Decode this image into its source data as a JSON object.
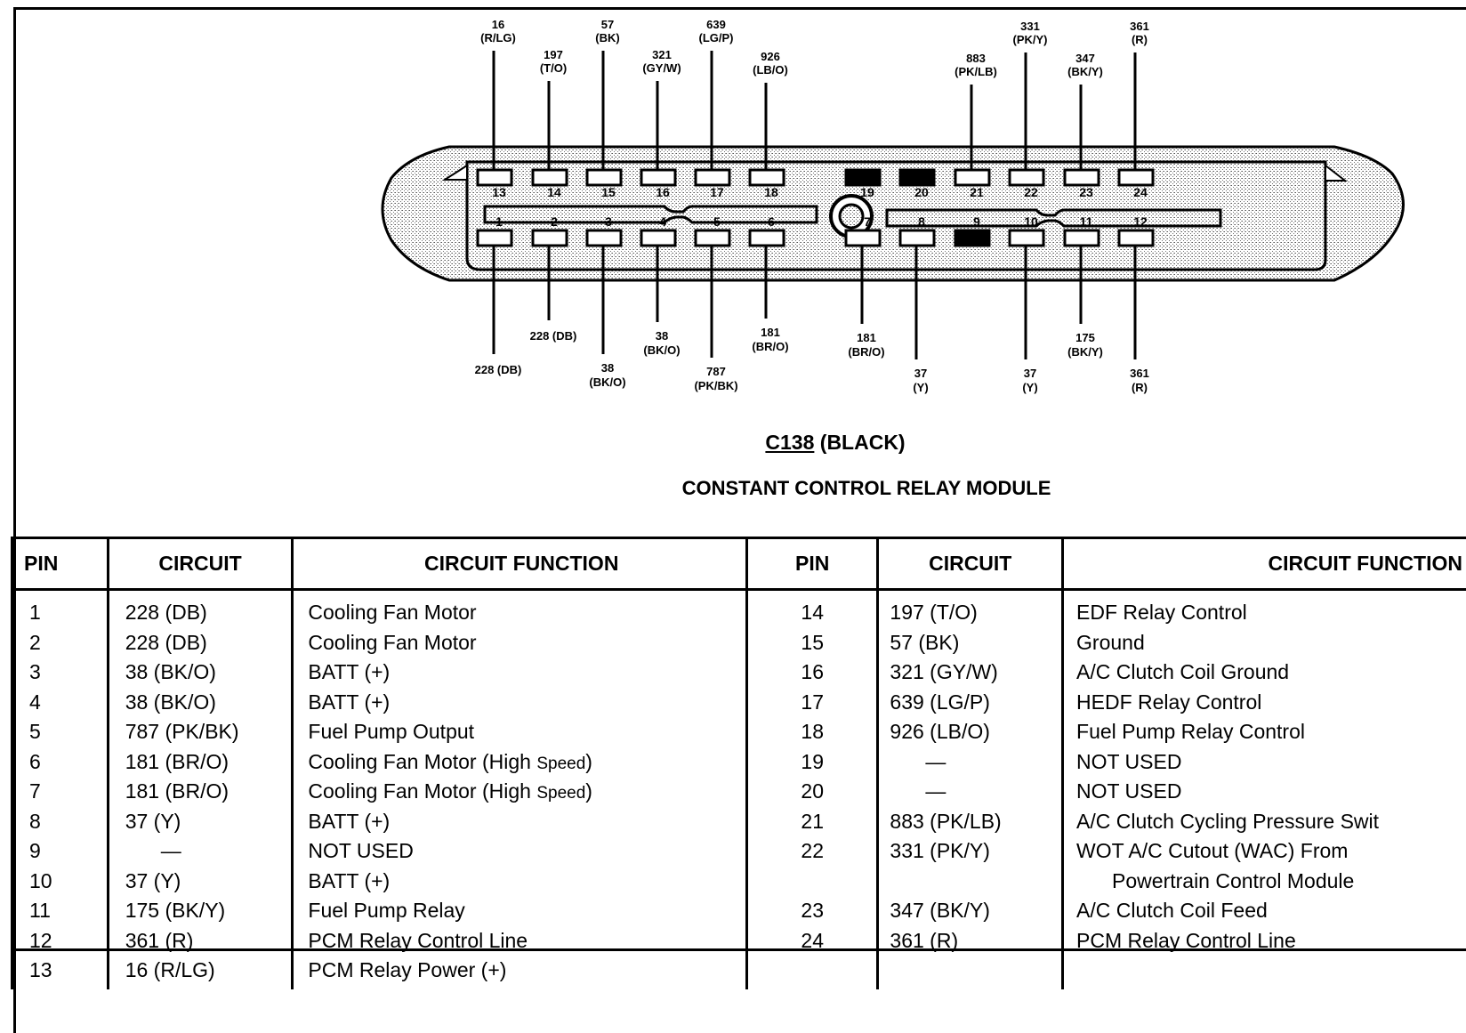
{
  "connector": {
    "id": "C138",
    "color_label": "(BLACK)",
    "module_name": "CONSTANT CONTROL RELAY MODULE",
    "not_used_pins": [
      "9",
      "19",
      "20"
    ],
    "top_row_pins": [
      "13",
      "14",
      "15",
      "16",
      "17",
      "18",
      "19",
      "20",
      "21",
      "22",
      "23",
      "24"
    ],
    "bottom_row_pins": [
      "1",
      "2",
      "3",
      "4",
      "5",
      "6",
      "7",
      "8",
      "9",
      "10",
      "11",
      "12"
    ],
    "wire_labels_top": [
      {
        "pin": "13",
        "circuit": "16",
        "color": "(R/LG)"
      },
      {
        "pin": "14",
        "circuit": "197",
        "color": "(T/O)"
      },
      {
        "pin": "15",
        "circuit": "57",
        "color": "(BK)"
      },
      {
        "pin": "16",
        "circuit": "321",
        "color": "(GY/W)"
      },
      {
        "pin": "17",
        "circuit": "639",
        "color": "(LG/P)"
      },
      {
        "pin": "18",
        "circuit": "926",
        "color": "(LB/O)"
      },
      {
        "pin": "21",
        "circuit": "883",
        "color": "(PK/LB)"
      },
      {
        "pin": "22",
        "circuit": "331",
        "color": "(PK/Y)"
      },
      {
        "pin": "23",
        "circuit": "347",
        "color": "(BK/Y)"
      },
      {
        "pin": "24",
        "circuit": "361",
        "color": "(R)"
      }
    ],
    "wire_labels_bottom": [
      {
        "pin": "1",
        "circuit": "228",
        "color": "(DB)"
      },
      {
        "pin": "2",
        "circuit": "228",
        "color": "(DB)"
      },
      {
        "pin": "3",
        "circuit": "38",
        "color": "(BK/O)"
      },
      {
        "pin": "4",
        "circuit": "38",
        "color": "(BK/O)"
      },
      {
        "pin": "5",
        "circuit": "787",
        "color": "(PK/BK)"
      },
      {
        "pin": "6",
        "circuit": "181",
        "color": "(BR/O)"
      },
      {
        "pin": "7",
        "circuit": "181",
        "color": "(BR/O)"
      },
      {
        "pin": "8",
        "circuit": "37",
        "color": "(Y)"
      },
      {
        "pin": "10",
        "circuit": "37",
        "color": "(Y)"
      },
      {
        "pin": "11",
        "circuit": "175",
        "color": "(BK/Y)"
      },
      {
        "pin": "12",
        "circuit": "361",
        "color": "(R)"
      }
    ]
  },
  "table": {
    "headers": {
      "pin": "PIN",
      "circuit": "CIRCUIT",
      "function": "CIRCUIT FUNCTION"
    },
    "left_rows": [
      {
        "pin": "1",
        "circuit": "228 (DB)",
        "function": "Cooling Fan Motor"
      },
      {
        "pin": "2",
        "circuit": "228 (DB)",
        "function": "Cooling Fan Motor"
      },
      {
        "pin": "3",
        "circuit": "38 (BK/O)",
        "function": "BATT (+)"
      },
      {
        "pin": "4",
        "circuit": "38 (BK/O)",
        "function": "BATT (+)"
      },
      {
        "pin": "5",
        "circuit": "787 (PK/BK)",
        "function": "Fuel Pump Output"
      },
      {
        "pin": "6",
        "circuit": "181 (BR/O)",
        "function": "Cooling Fan Motor (High Speed)"
      },
      {
        "pin": "7",
        "circuit": "181 (BR/O)",
        "function": "Cooling Fan Motor (High Speed)"
      },
      {
        "pin": "8",
        "circuit": "37 (Y)",
        "function": "BATT (+)"
      },
      {
        "pin": "9",
        "circuit": "—",
        "function": "NOT USED"
      },
      {
        "pin": "10",
        "circuit": "37 (Y)",
        "function": "BATT (+)"
      },
      {
        "pin": "11",
        "circuit": "175 (BK/Y)",
        "function": "Fuel Pump Relay"
      },
      {
        "pin": "12",
        "circuit": "361 (R)",
        "function": "PCM Relay Control Line"
      },
      {
        "pin": "13",
        "circuit": "16 (R/LG)",
        "function": "PCM Relay Power (+)"
      }
    ],
    "right_rows": [
      {
        "pin": "14",
        "circuit": "197 (T/O)",
        "function": "EDF Relay Control"
      },
      {
        "pin": "15",
        "circuit": "57 (BK)",
        "function": "Ground"
      },
      {
        "pin": "16",
        "circuit": "321 (GY/W)",
        "function": "A/C Clutch Coil Ground"
      },
      {
        "pin": "17",
        "circuit": "639 (LG/P)",
        "function": "HEDF Relay Control"
      },
      {
        "pin": "18",
        "circuit": "926 (LB/O)",
        "function": "Fuel Pump Relay Control"
      },
      {
        "pin": "19",
        "circuit": "—",
        "function": "NOT USED"
      },
      {
        "pin": "20",
        "circuit": "—",
        "function": "NOT USED"
      },
      {
        "pin": "21",
        "circuit": "883 (PK/LB)",
        "function": "A/C Clutch Cycling Pressure Swit"
      },
      {
        "pin": "22",
        "circuit": "331 (PK/Y)",
        "function": "WOT A/C  Cutout (WAC) From",
        "function_cont": "Powertrain Control Module"
      },
      {
        "pin": "23",
        "circuit": "347 (BK/Y)",
        "function": "A/C Clutch Coil Feed"
      },
      {
        "pin": "24",
        "circuit": "361 (R)",
        "function": "PCM Relay Control Line"
      }
    ]
  }
}
